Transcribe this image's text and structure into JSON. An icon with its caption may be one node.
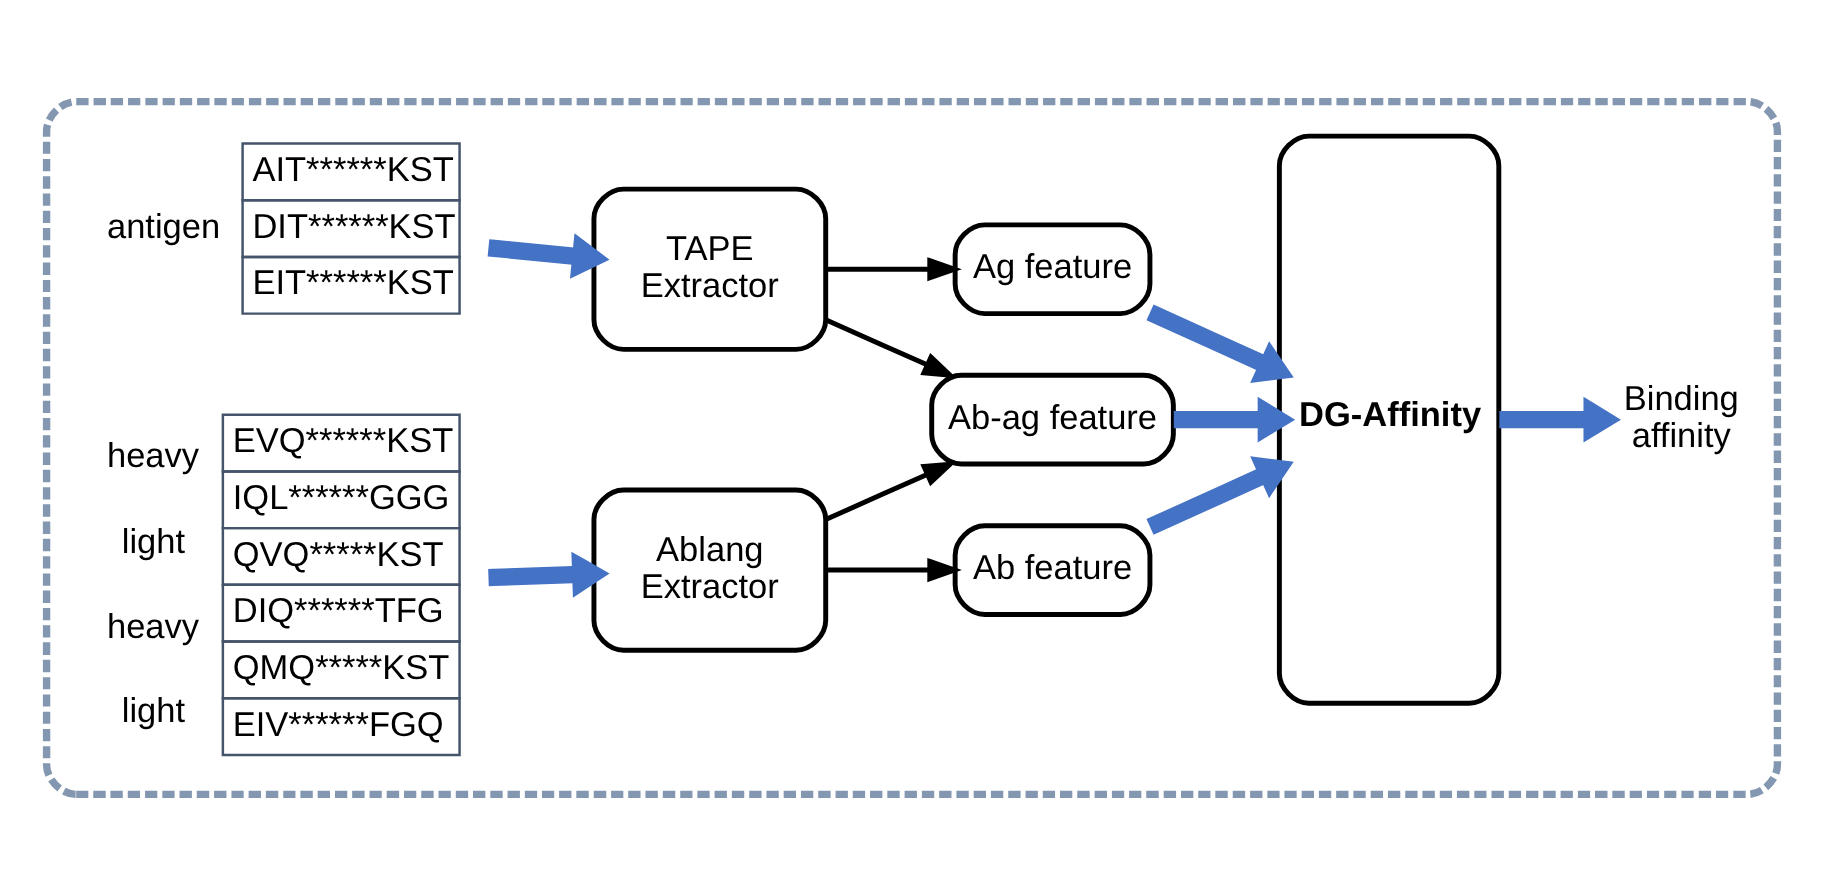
{
  "diagram": {
    "nodes": [
      {
        "text": [],
        "shape": "box"
      },
      {
        "text": [
          "AIT******KST",
          "DIT******KST",
          "EIT******KST"
        ],
        "beside": [
          "antigen"
        ],
        "in": 0
      },
      {
        "text": [
          "EVQ******KST",
          "IQL******GGG",
          "QVQ*****KST",
          "DIQ******TFG",
          "QMQ*****KST",
          "EIV******FGQ"
        ],
        "beside": [
          "heavy",
          "light",
          "heavy",
          "light"
        ],
        "in": 0
      },
      {
        "text": [
          "TAPE Extractor"
        ],
        "in": 0
      },
      {
        "text": [
          "Ablang Extractor"
        ],
        "in": 0
      },
      {
        "text": [
          "Ag feature"
        ],
        "in": 0
      },
      {
        "text": [
          "Ab-ag feature"
        ],
        "in": 0
      },
      {
        "text": [
          "Ab feature"
        ],
        "in": 0
      },
      {
        "text": [
          "DG-Affinity"
        ],
        "in": 0
      },
      {
        "text": [
          "Binding affinity"
        ],
        "in": 0
      }
    ],
    "edges": [
      {
        "from": 1,
        "to": 3,
        "arrow": "to"
      },
      {
        "from": 2,
        "to": 4,
        "arrow": "to"
      },
      {
        "from": 3,
        "to": 5,
        "arrow": "to",
        "color": "#000000"
      },
      {
        "from": 3,
        "to": 6,
        "arrow": "to",
        "color": "#000000"
      },
      {
        "from": 4,
        "to": 6,
        "arrow": "to",
        "color": "#000000"
      },
      {
        "from": 4,
        "to": 7,
        "arrow": "to",
        "color": "#000000"
      },
      {
        "from": 5,
        "to": 8,
        "arrow": "to"
      },
      {
        "from": 6,
        "to": 8,
        "arrow": "to"
      },
      {
        "from": 7,
        "to": 8,
        "arrow": "to"
      },
      {
        "from": 8,
        "to": 9,
        "arrow": "to"
      }
    ]
  }
}
